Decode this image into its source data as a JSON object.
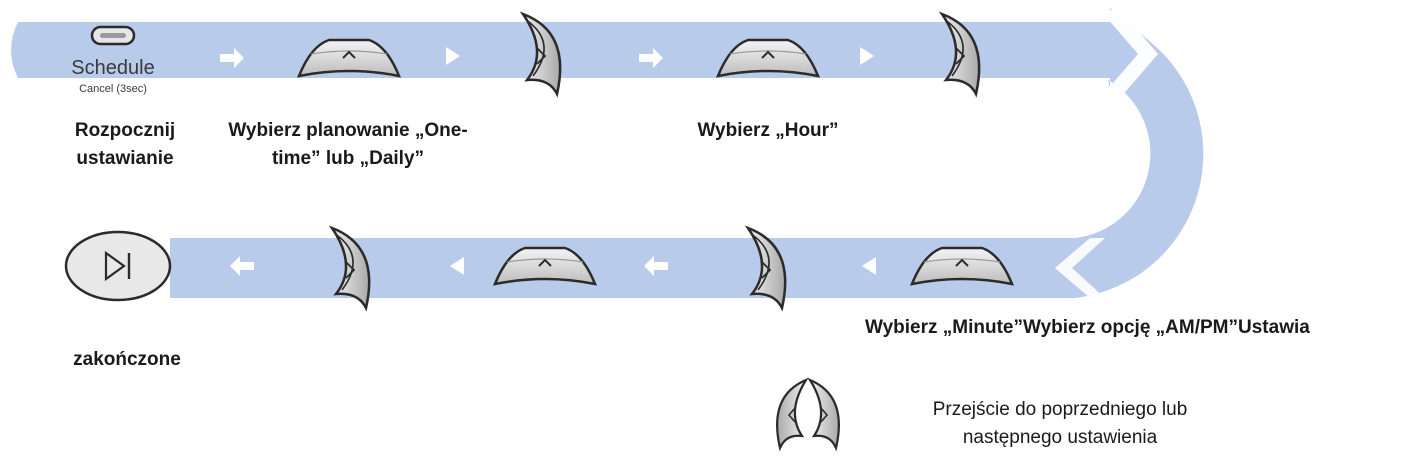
{
  "schedule_button": {
    "label": "Schedule",
    "sublabel": "Cancel (3sec)"
  },
  "steps_top": {
    "start": [
      "Rozpocznij",
      "ustawianie"
    ],
    "select_schedule": [
      "Wybierz planowanie „One-",
      "time” lub „Daily”"
    ],
    "select_hour": "Wybierz „Hour”"
  },
  "steps_bottom": {
    "select_minute": "Wybierz „Minute”",
    "select_ampm": "Wybierz opcję „AM/PM”",
    "set": "Ustawia",
    "finished": "zakończone"
  },
  "legend": {
    "text": [
      "Przejście do poprzedniego lub",
      "następnego ustawienia"
    ]
  },
  "icons": {
    "knob": "knob-up-icon",
    "side": "side-next-icon",
    "play": "play-skip-icon",
    "arrow": "arrow-icon",
    "triangle": "triangle-icon",
    "legend": "prev-next-icon"
  },
  "colors": {
    "band": "#b9cbea",
    "band_edge": "#a9bde3",
    "arrow_white": "#ffffff",
    "icon_stroke": "#2b2b2b",
    "icon_fill": "#dcdcdc"
  }
}
